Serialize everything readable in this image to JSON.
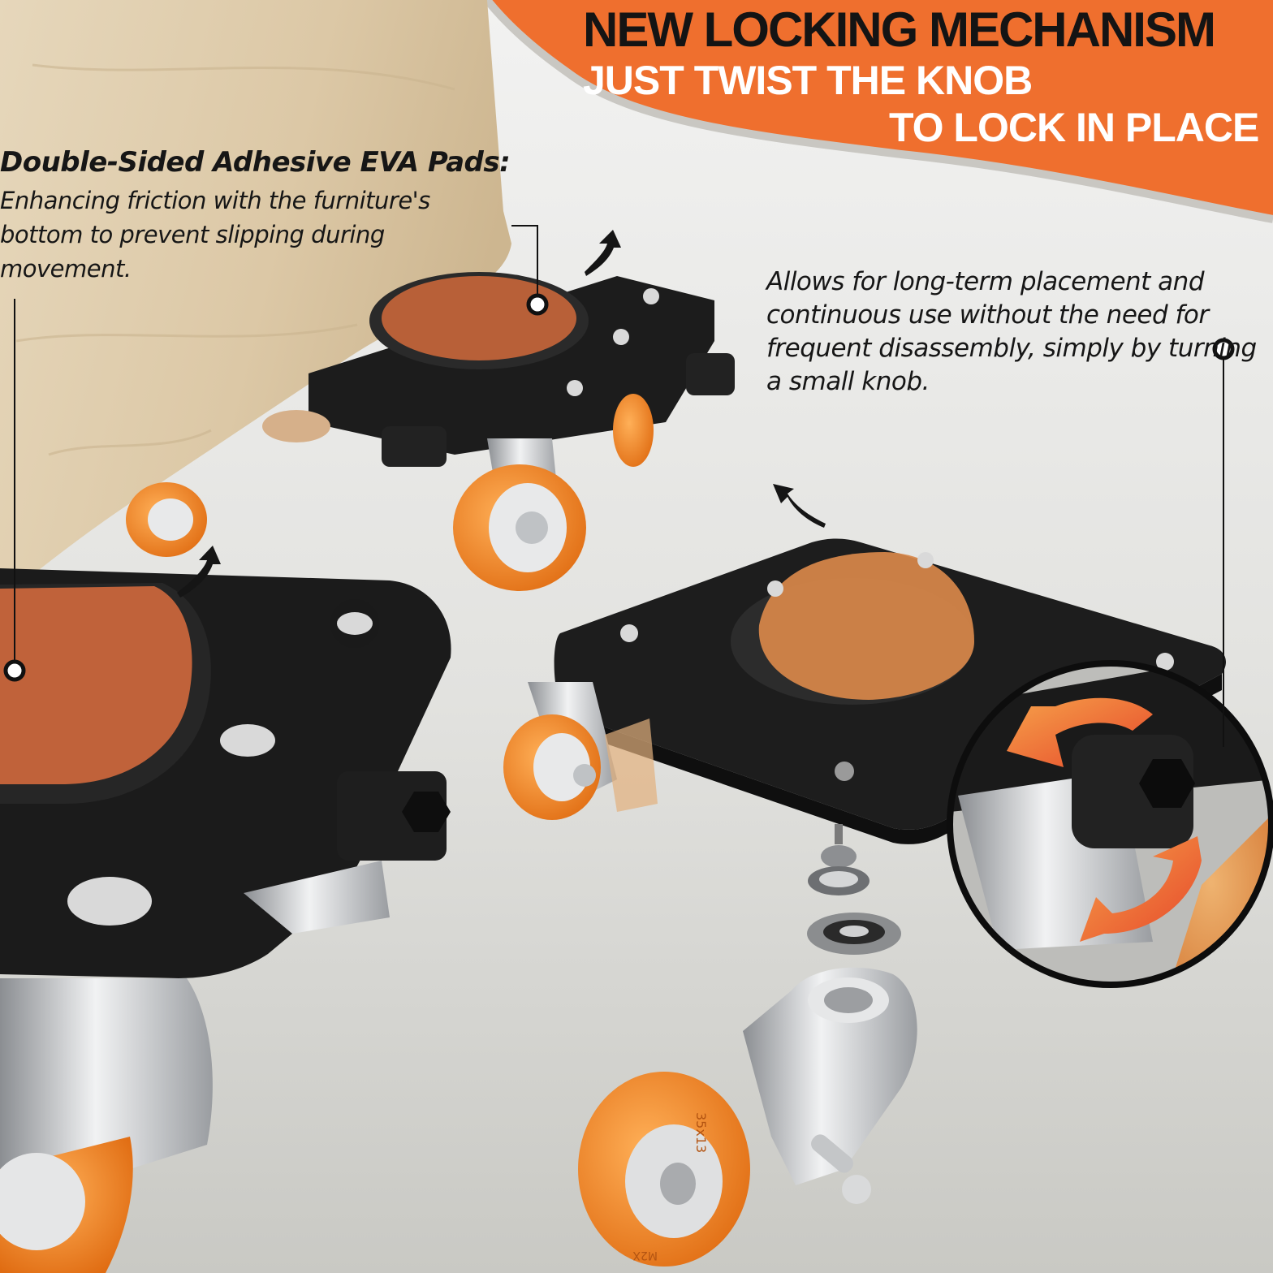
{
  "headline": {
    "main": "NEW LOCKING MECHANISM",
    "sub_line1": "JUST TWIST THE KNOB",
    "sub_line2": "TO LOCK IN PLACE"
  },
  "callouts": {
    "eva_pads": {
      "title": "Double-Sided Adhesive EVA Pads:",
      "body": "Enhancing friction with the furniture's bottom to prevent slipping during movement."
    },
    "locking": {
      "body": "Allows for long-term placement and continuous use without the need for frequent disassembly, simply by turning a small knob."
    }
  },
  "wheel_markings": {
    "small_wheel": "35x13",
    "tread": "M2X"
  },
  "colors": {
    "accent_orange": "#ef6f2e",
    "plate_black": "#1a1a1a",
    "pad_orange": "#c8663a",
    "wheel_orange": "#f08a2a",
    "wood": "#dcc7a4",
    "silver": "#c9cbcd"
  }
}
